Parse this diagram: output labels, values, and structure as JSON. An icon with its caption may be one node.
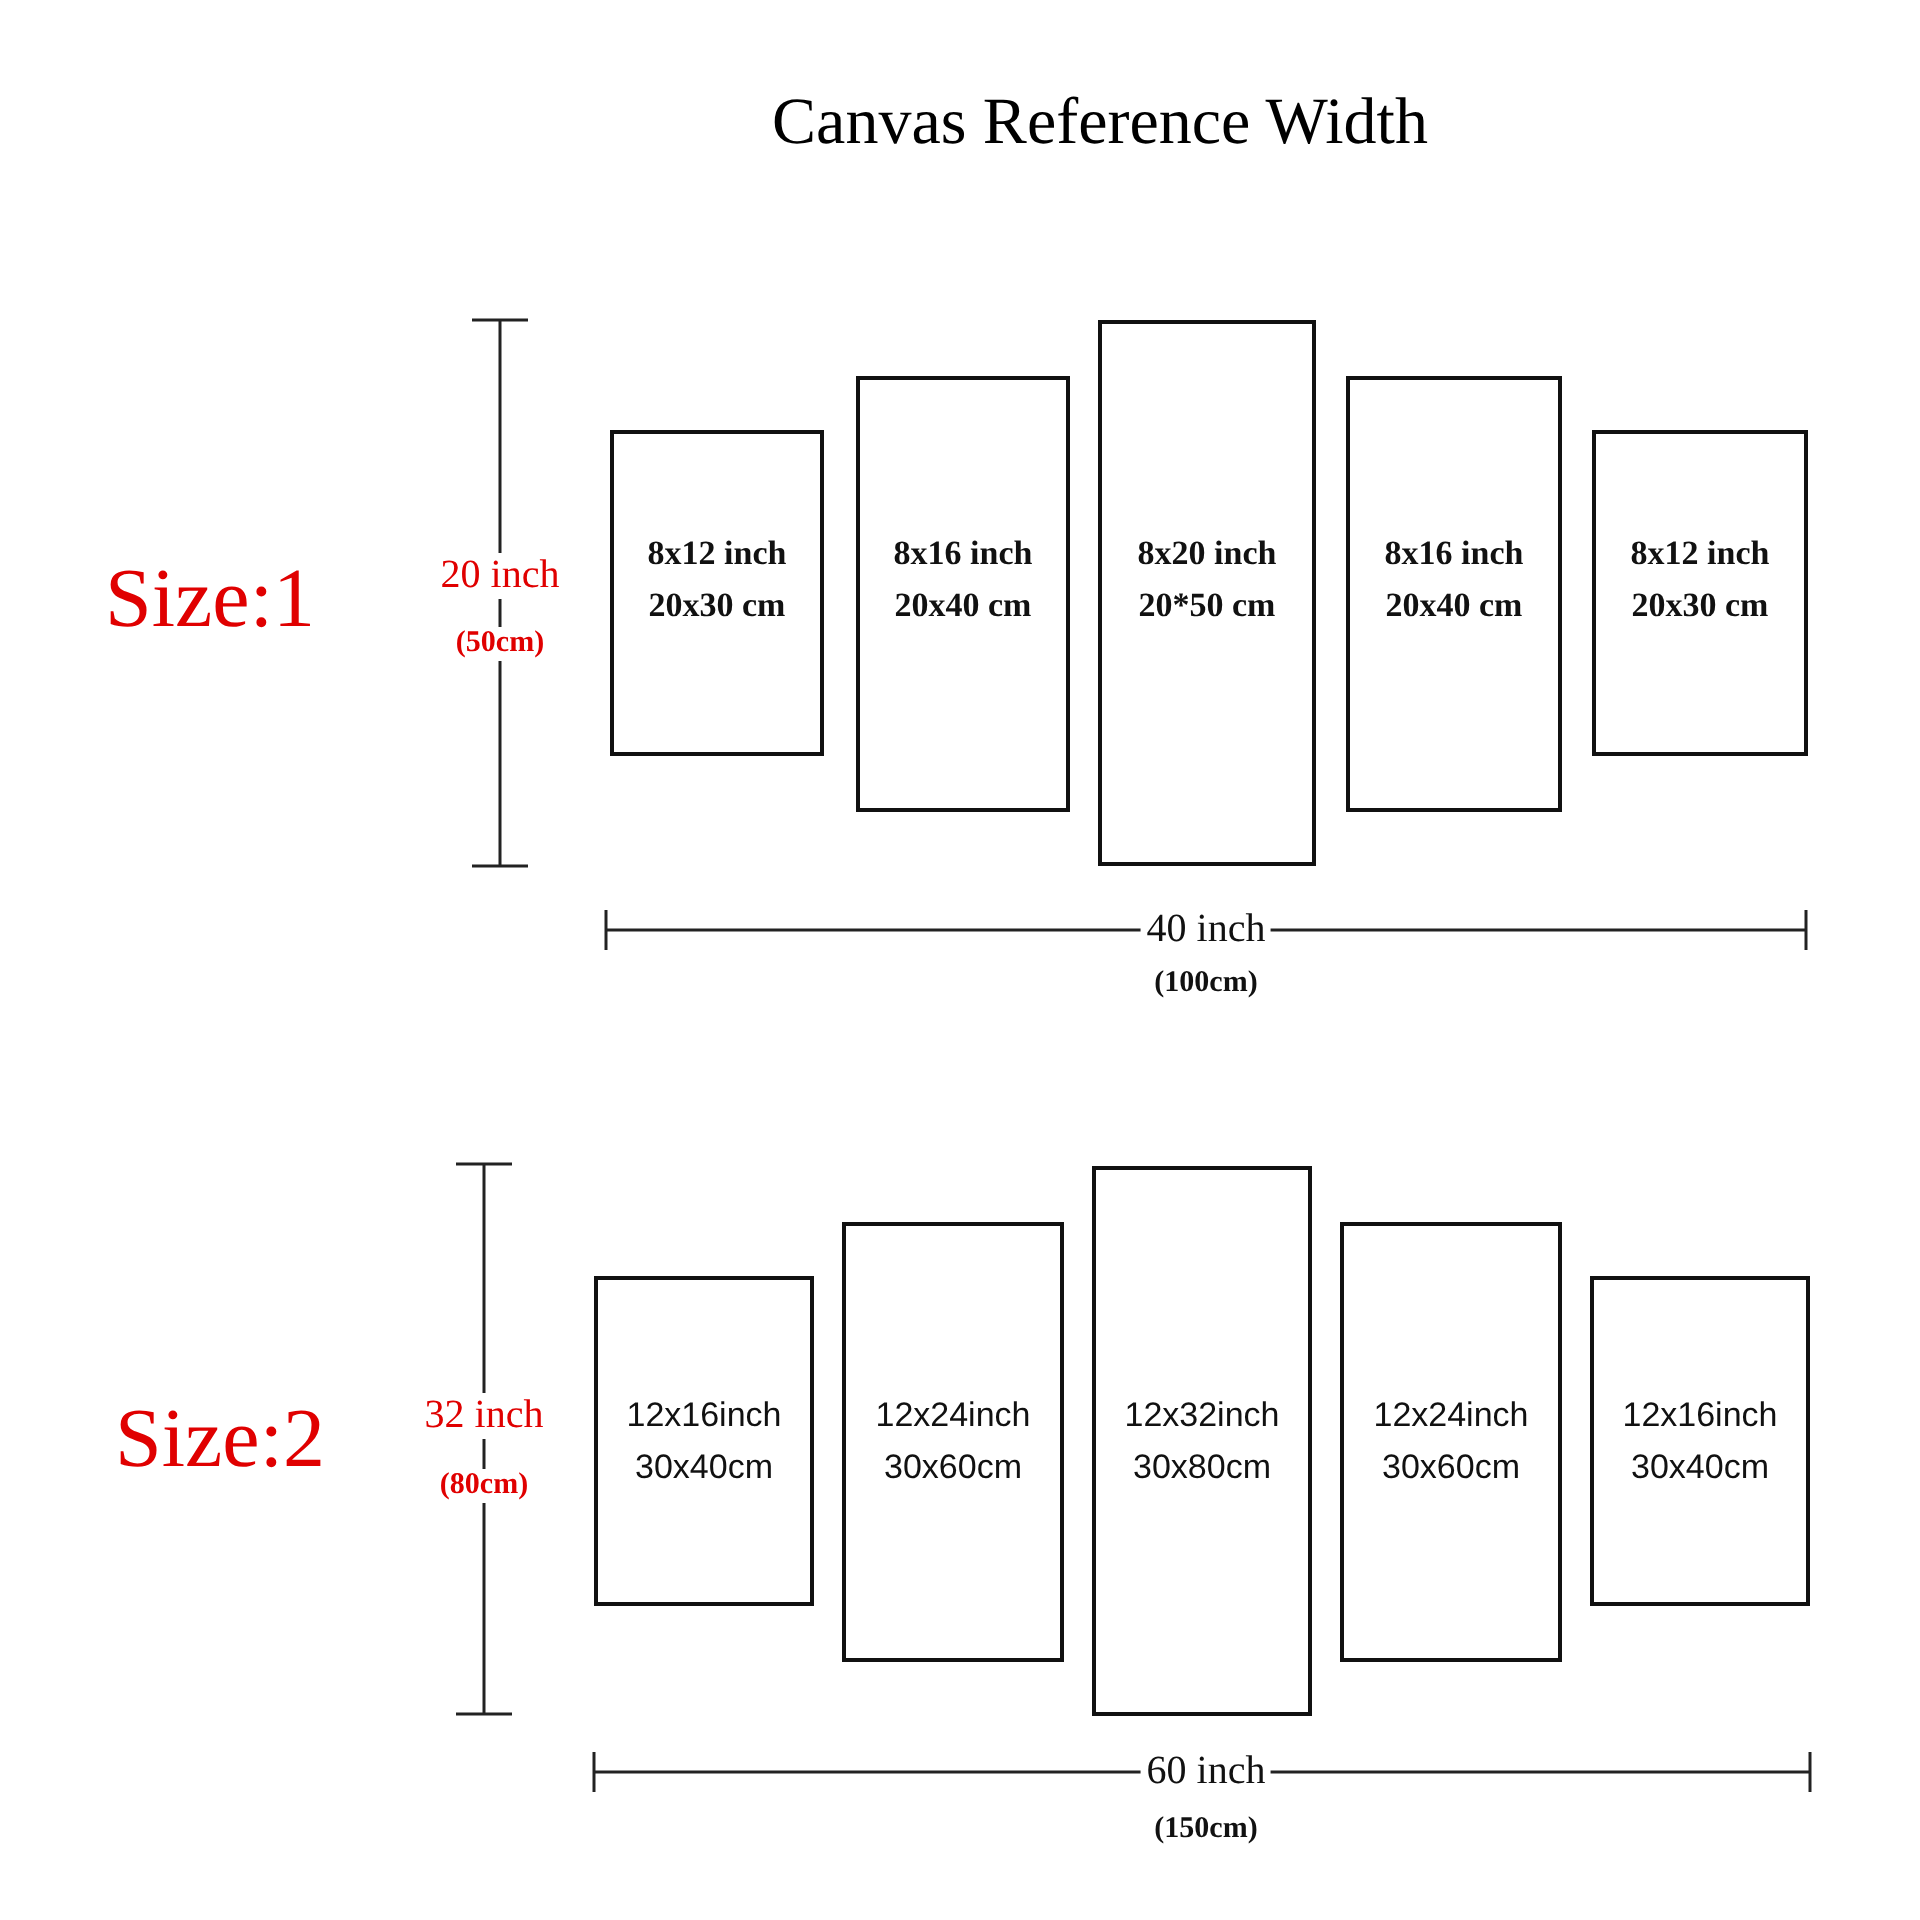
{
  "diagram": {
    "title": "Canvas Reference Width",
    "nodes": [
      {
        "text": [
          "8x12 inch",
          "20x30 cm"
        ]
      },
      {
        "text": [
          "8x16 inch",
          "20x40 cm"
        ]
      },
      {
        "text": [
          "8x20 inch",
          "20*50 cm"
        ]
      },
      {
        "text": [
          "8x16 inch",
          "20x40 cm"
        ]
      },
      {
        "text": [
          "8x12 inch",
          "20x30 cm"
        ]
      },
      {
        "text": [
          "12x16inch",
          "30x40cm"
        ]
      },
      {
        "text": [
          "12x24inch",
          "30x60cm"
        ]
      },
      {
        "text": [
          "12x32inch",
          "30x80cm"
        ]
      },
      {
        "text": [
          "12x24inch",
          "30x60cm"
        ]
      },
      {
        "text": [
          "12x16inch",
          "30x40cm"
        ]
      }
    ],
    "labels": [
      "Size:1",
      "20 inch",
      "(50cm)",
      "40 inch",
      "(100cm)",
      "Size:2",
      "32 inch",
      "(80cm)",
      "60 inch",
      "(150cm)"
    ]
  }
}
